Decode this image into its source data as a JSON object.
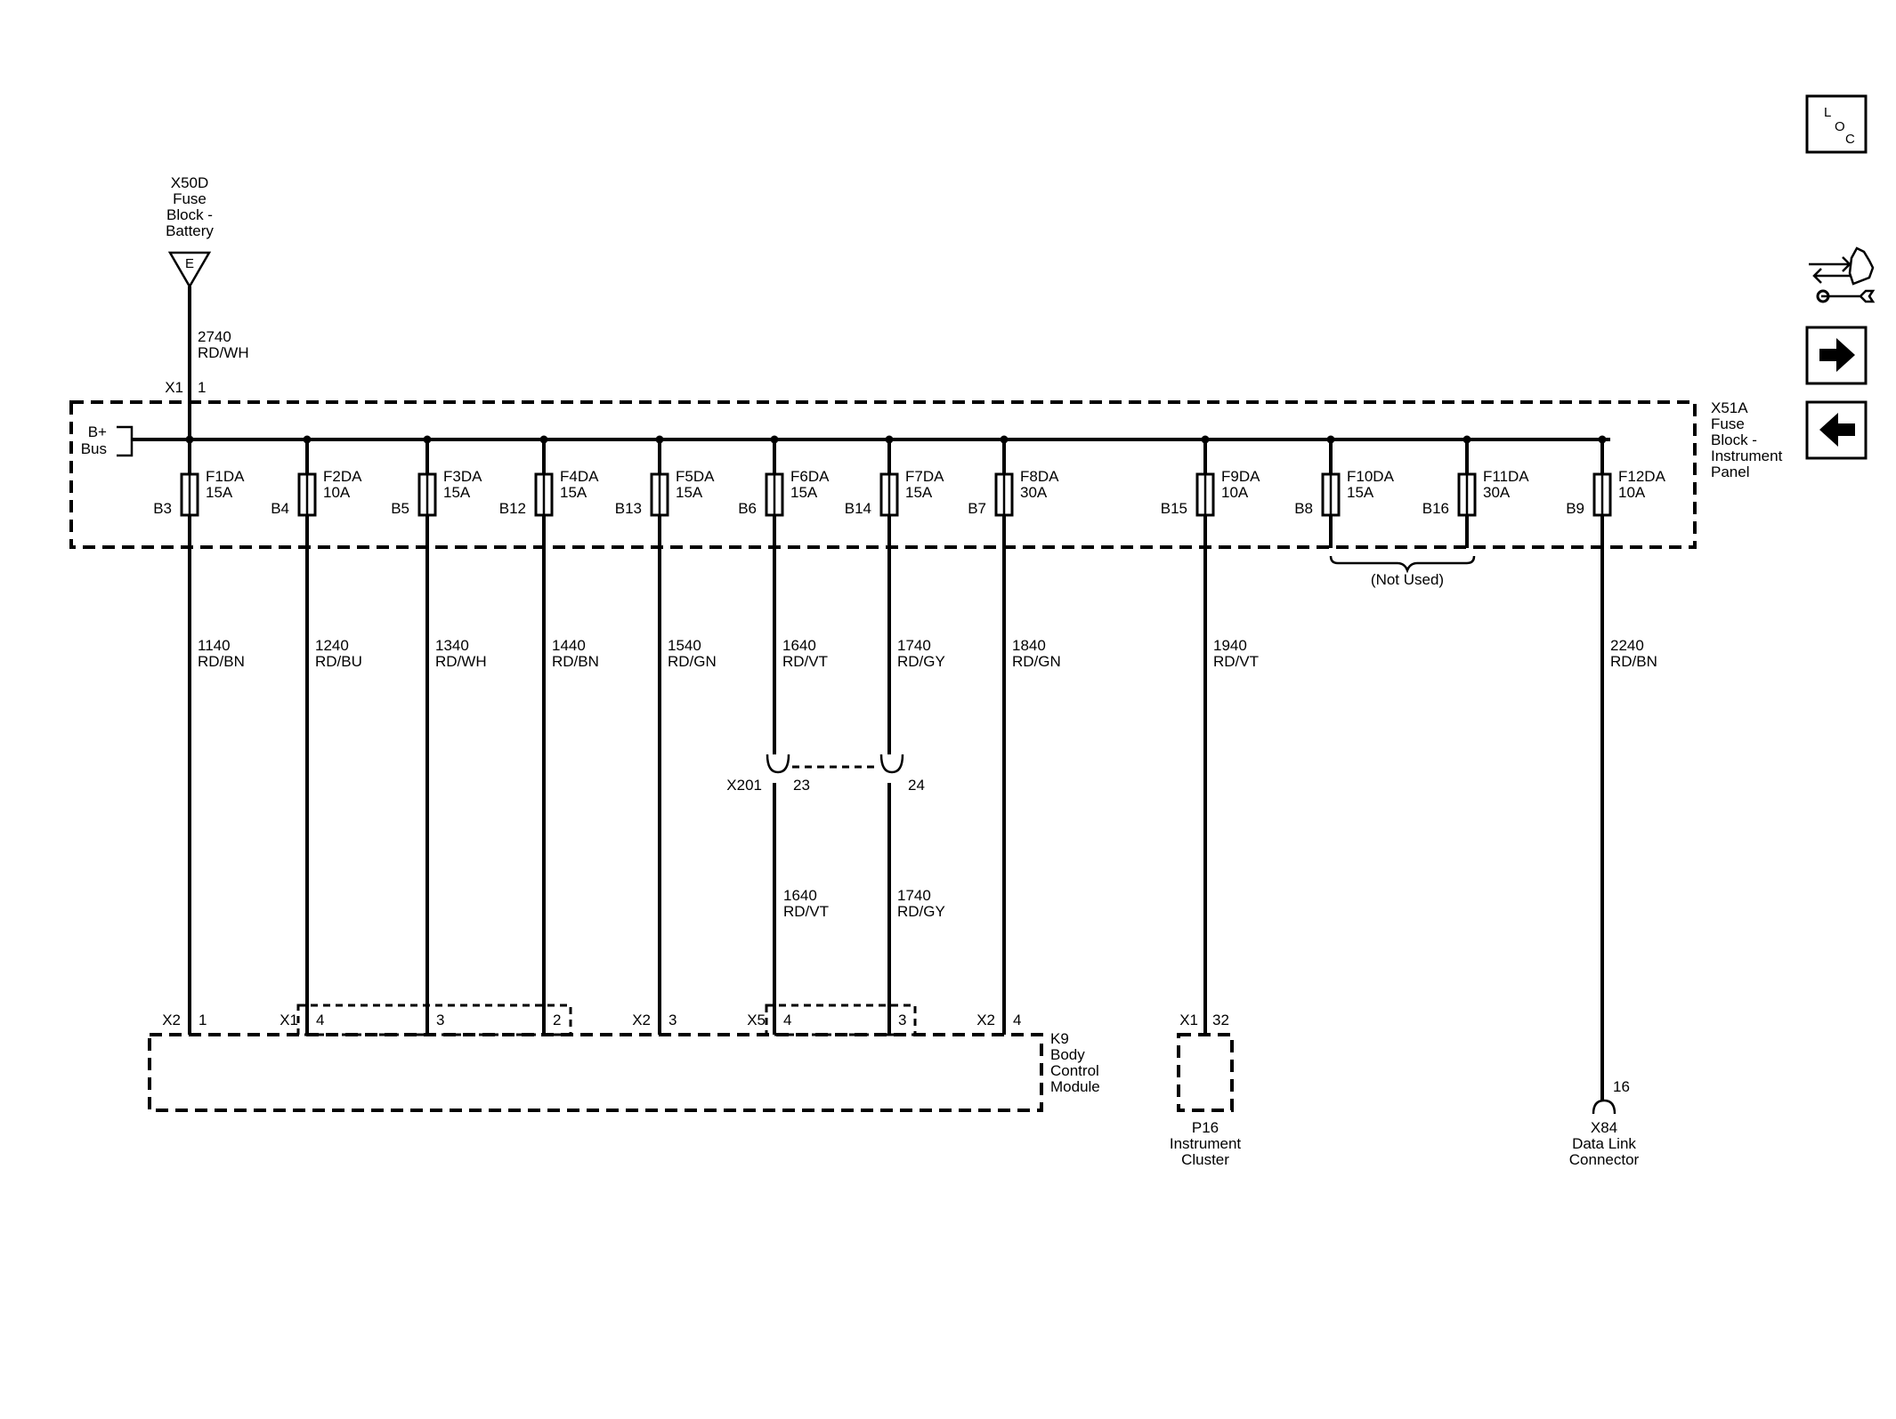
{
  "source": {
    "id": "X50D",
    "name_lines": [
      "Fuse",
      "Block -",
      "Battery"
    ],
    "terminal": "E"
  },
  "feed_wire": {
    "circuit": "2740",
    "color": "RD/WH"
  },
  "fuse_block": {
    "connector": "X1",
    "pin": "1",
    "id": "X51A",
    "name_lines": [
      "Fuse",
      "Block -",
      "Instrument",
      "Panel"
    ],
    "bus_lines": [
      "B+",
      "Bus"
    ]
  },
  "fuses": [
    {
      "name": "F1DA",
      "rating": "15A",
      "pin": "B3",
      "circuit": "1140",
      "color": "RD/BN"
    },
    {
      "name": "F2DA",
      "rating": "10A",
      "pin": "B4",
      "circuit": "1240",
      "color": "RD/BU"
    },
    {
      "name": "F3DA",
      "rating": "15A",
      "pin": "B5",
      "circuit": "1340",
      "color": "RD/WH"
    },
    {
      "name": "F4DA",
      "rating": "15A",
      "pin": "B12",
      "circuit": "1440",
      "color": "RD/BN"
    },
    {
      "name": "F5DA",
      "rating": "15A",
      "pin": "B13",
      "circuit": "1540",
      "color": "RD/GN"
    },
    {
      "name": "F6DA",
      "rating": "15A",
      "pin": "B6",
      "circuit": "1640",
      "color": "RD/VT"
    },
    {
      "name": "F7DA",
      "rating": "15A",
      "pin": "B14",
      "circuit": "1740",
      "color": "RD/GY"
    },
    {
      "name": "F8DA",
      "rating": "30A",
      "pin": "B7",
      "circuit": "1840",
      "color": "RD/GN"
    },
    {
      "name": "F9DA",
      "rating": "10A",
      "pin": "B15",
      "circuit": "1940",
      "color": "RD/VT"
    },
    {
      "name": "F10DA",
      "rating": "15A",
      "pin": "B8",
      "circuit": "",
      "color": ""
    },
    {
      "name": "F11DA",
      "rating": "30A",
      "pin": "B16",
      "circuit": "",
      "color": ""
    },
    {
      "name": "F12DA",
      "rating": "10A",
      "pin": "B9",
      "circuit": "2240",
      "color": "RD/BN"
    }
  ],
  "not_used_label": "(Not Used)",
  "inline_connector": {
    "id": "X201",
    "pins": [
      "23",
      "24"
    ],
    "lower_wires": [
      {
        "circuit": "1640",
        "color": "RD/VT"
      },
      {
        "circuit": "1740",
        "color": "RD/GY"
      }
    ]
  },
  "bcm": {
    "id": "K9",
    "name_lines": [
      "Body",
      "Control",
      "Module"
    ],
    "terminals": [
      {
        "connector": "X2",
        "pin": "1"
      },
      {
        "connector": "X1",
        "pin": "4"
      },
      {
        "connector": "",
        "pin": "3"
      },
      {
        "connector": "",
        "pin": "2"
      },
      {
        "connector": "X2",
        "pin": "3"
      },
      {
        "connector": "X5",
        "pin": "4"
      },
      {
        "connector": "",
        "pin": "3"
      },
      {
        "connector": "X2",
        "pin": "4"
      }
    ]
  },
  "cluster": {
    "id": "P16",
    "name_lines": [
      "Instrument",
      "Cluster"
    ],
    "connector": "X1",
    "pin": "32"
  },
  "dlc": {
    "id": "X84",
    "name_lines": [
      "Data Link",
      "Connector"
    ],
    "pin": "16"
  },
  "nav": {
    "loc_letters": [
      "L",
      "O",
      "C"
    ],
    "icons": [
      "loc-icon",
      "connector-tools-icon",
      "arrow-right-icon",
      "arrow-left-icon"
    ]
  }
}
